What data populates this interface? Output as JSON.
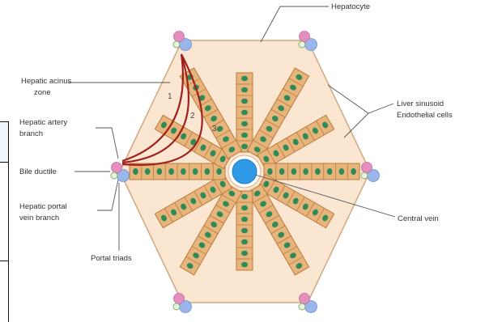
{
  "colors": {
    "lobule_fill": "#fbe6d2",
    "lobule_stroke": "#cfa880",
    "plate_fill": "#e7b57c",
    "plate_stroke": "#b97a3e",
    "nucleus": "#2e8b57",
    "central_vein": "#2f9be6",
    "artery": "#e48fc0",
    "bile_ductile": "#eaf5e0",
    "portal_vein": "#9bb6ea",
    "zone_line": "#a0211d"
  },
  "labels": {
    "hepatocyte": "Hepatocyte",
    "hepatic_acinus_zone": [
      "Hepatic acinus",
      "zone"
    ],
    "hepatic_artery_branch": [
      "Hepatic artery",
      "branch"
    ],
    "bile_ductile": "Bile ductile",
    "hepatic_portal_vein_branch": [
      "Hepatic portal",
      "vein branch"
    ],
    "portal_triads": "Portal triads",
    "liver_sinusoid": [
      "Liver sinusoid",
      "Endothelial cells"
    ],
    "central_vein": "Central vein"
  },
  "zone_numbers": [
    "1",
    "2",
    "3"
  ]
}
